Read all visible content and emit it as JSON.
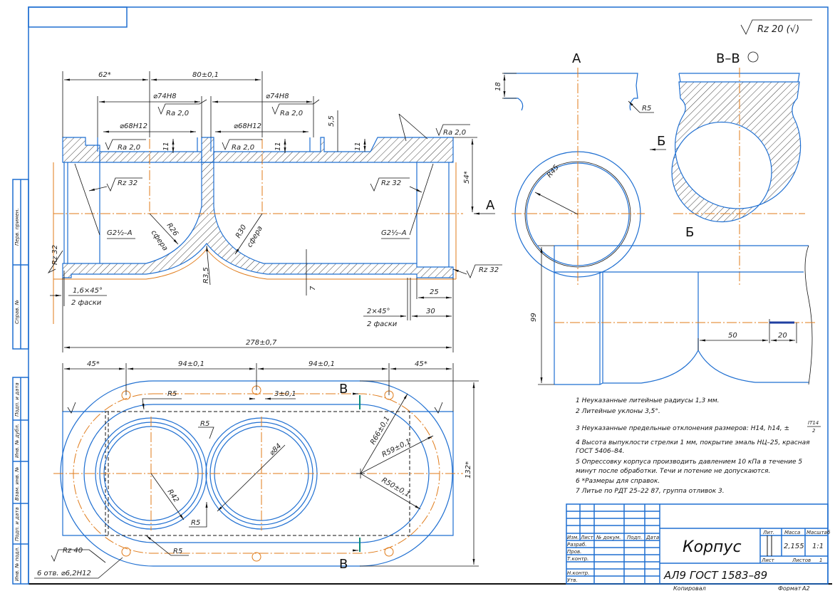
{
  "drawing": {
    "roughness_general": "Rz 20 (√)",
    "front_view": {
      "dim_62": "62*",
      "dim_80": "80±0,1",
      "dia_74_left": "⌀74H8",
      "dia_74_right": "⌀74H8",
      "dia_68_left": "⌀68H12",
      "dia_68_right": "⌀68H12",
      "ra": [
        "Ra 2,0",
        "Ra 2,0",
        "Ra 2,0",
        "Ra 2,0",
        "Ra 2,0"
      ],
      "dim_11": [
        "11",
        "11",
        "11"
      ],
      "dim_5_5": "5,5",
      "dim_54": "54*",
      "rz32": [
        "Rz 32",
        "Rz 32",
        "Rz 32",
        "Rz 32"
      ],
      "thread_left": "G2½–A",
      "thread_right": "G2½–A",
      "r26": "R26",
      "sphere_left": "сфера",
      "r30": "R30",
      "sphere_right": "сфера",
      "r3_5": "R3,5",
      "dim_7": "7",
      "chamfer_left": "1,6×45°",
      "chamfer_left_note": "2 фаски",
      "chamfer_right": "2×45°",
      "chamfer_right_note": "2 фаски",
      "dim_25": "25",
      "dim_30": "30",
      "dim_278": "278±0,7",
      "view_arrow_a": "А"
    },
    "top_view": {
      "dim_45_left": "45*",
      "dim_94_left": "94±0,1",
      "dim_94_right": "94±0,1",
      "dim_45_right": "45*",
      "r5": [
        "R5",
        "R5",
        "R5",
        "R5"
      ],
      "dim_3": "3±0,1",
      "dia_84": "⌀84",
      "r42": "R42",
      "r66": "R66±0,1",
      "r59": "R59±0,1",
      "r50": "R50±0,1",
      "dim_132": "132*",
      "section_top": "В",
      "section_bottom": "В",
      "rz40": "Rz 40",
      "holes": "6 отв. ⌀6,2H12"
    },
    "view_a": {
      "label": "А",
      "dim_18": "18",
      "r5": "R5",
      "r45": "R45",
      "arrow_b": "Б"
    },
    "section_bb": {
      "label": "В–В"
    },
    "view_b": {
      "label": "Б",
      "dim_99": "99",
      "dim_50": "50",
      "dim_20": "20"
    }
  },
  "notes": [
    "1 Неуказанные литейные радиусы 1,3 мм.",
    "2 Литейные уклоны 3,5°.",
    "3 Неуказанные предельные отклонения размеров: H14, h14, ±",
    "4 Высота выпуклости стрелки 1 мм, покрытие эмаль НЦ–25, красная",
    "ГОСТ 5406–84.",
    "5 Опрессовку корпуса производить давлением 10 кПа в течение 5",
    "минут после обработки. Течи и потение не допускаются.",
    "6  *Размеры для справок.",
    "7 Литье по РДТ 25–22 87, группа отливок 3."
  ],
  "note3_fraction": {
    "numerator": "IT14",
    "denominator": "2"
  },
  "title_block": {
    "headers": [
      "Изм.",
      "Лист",
      "№ докум.",
      "Подп.",
      "Дата"
    ],
    "roles": [
      "Разраб.",
      "Пров.",
      "Т.контр.",
      "Н.контр.",
      "Утв."
    ],
    "name": "Корпус",
    "material": "АЛ9 ГОСТ 1583–89",
    "lit_label": "Лит.",
    "mass_label": "Масса",
    "scale_label": "Масштаб",
    "mass": "2,155",
    "scale": "1:1",
    "sheet_label": "Лист",
    "sheets_label": "Листов",
    "sheets": "1",
    "copied": "Копировал",
    "format_label": "Формат",
    "format": "A2"
  },
  "side_stamp": [
    "Перв. примен.",
    "Справ. №",
    "Подп. и дата",
    "Инв. № дубл.",
    "Взам. инв. №",
    "Подп. и дата",
    "Инв. № подл."
  ],
  "colors": {
    "contour": "#1f6fd1",
    "axis": "#e07b1a",
    "dimension": "#111111"
  }
}
